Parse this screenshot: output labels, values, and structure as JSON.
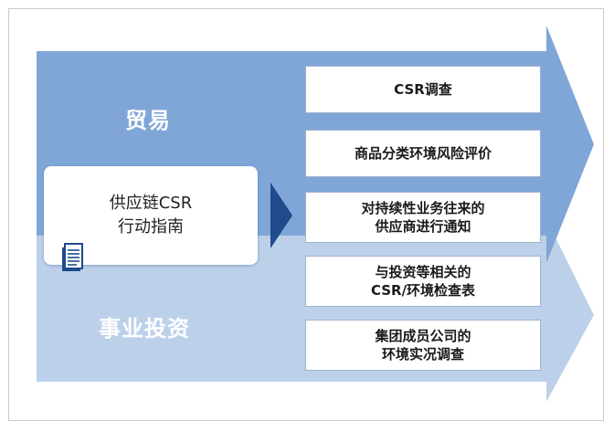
{
  "diagram": {
    "trade_label": "贸易",
    "investment_label": "事业投资",
    "guide_box": {
      "line1": "供应链CSR",
      "line2": "行动指南",
      "icon": "document-icon"
    },
    "steps": [
      {
        "line1": "CSR调查",
        "line2": ""
      },
      {
        "line1": "商品分类环境风险评价",
        "line2": ""
      },
      {
        "line1": "对持续性业务往来的",
        "line2": "供应商进行通知"
      },
      {
        "line1": "与投资等相关的",
        "line2": "CSR/环境检查表"
      },
      {
        "line1": "集团成员公司的",
        "line2": "环境实况调查"
      }
    ],
    "colors": {
      "trade_arrow": "#7fa6d6",
      "investment_arrow": "#bcd0ea",
      "pointer": "#1f4a8c"
    }
  }
}
